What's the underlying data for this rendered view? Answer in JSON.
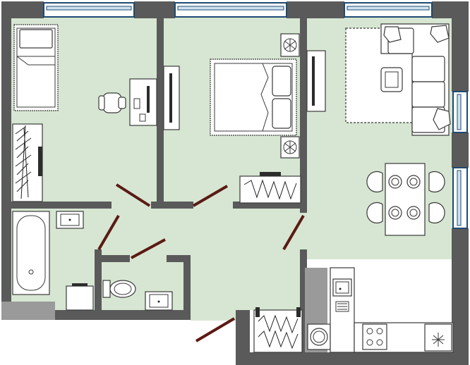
{
  "plan": {
    "colors": {
      "wall": "#5a5a5a",
      "floor": "#d6e6d2",
      "door": "#5b1a14",
      "window_frame": "#1d4a73",
      "window_glass": "#cfe3f1",
      "furniture": "#ffffff"
    },
    "rooms": [
      "bedroom-left",
      "bedroom-middle",
      "living-kitchen",
      "bathroom",
      "toilet",
      "hallway"
    ],
    "icons": [
      "bed-icon",
      "double-bed-icon",
      "sofa-icon",
      "dining-table-icon",
      "bathtub-icon",
      "toilet-icon",
      "sink-icon",
      "stove-icon",
      "fridge-icon",
      "wardrobe-icon",
      "desk-icon",
      "chair-icon",
      "plant-icon",
      "window-icon",
      "door-icon"
    ]
  }
}
